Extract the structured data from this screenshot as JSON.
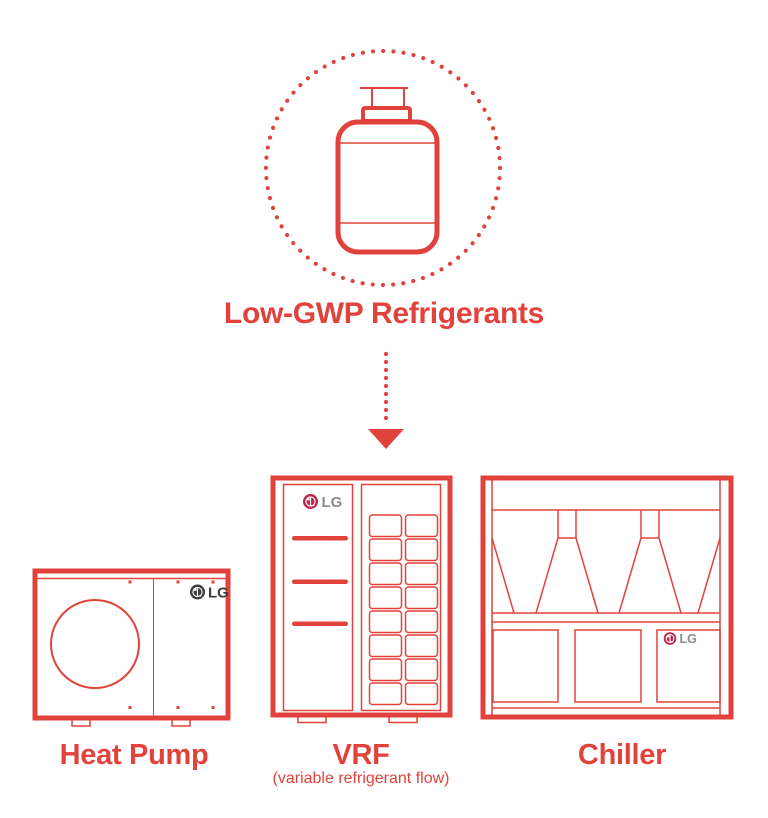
{
  "title": "Low-GWP Refrigerants",
  "colors": {
    "bg": "#FFFFFF",
    "accent_red": "#E2423C",
    "lg_crimson": "#BE2449",
    "logo_dark": "#3C3C3C",
    "logo_gray": "#8C8C8C"
  },
  "icons": {
    "top_icon": "refrigerant-bottle-icon",
    "top_icon_frame": "dotted-circle",
    "flow_icon": "down-arrow-icon",
    "brand_icon": "lg-symbol-icon"
  },
  "products": [
    {
      "id": "heat-pump",
      "label": "Heat Pump",
      "logo_text": "LG"
    },
    {
      "id": "vrf",
      "label": "VRF",
      "sublabel": "(variable refrigerant flow)",
      "logo_text": "LG"
    },
    {
      "id": "chiller",
      "label": "Chiller",
      "logo_text": "LG"
    }
  ]
}
